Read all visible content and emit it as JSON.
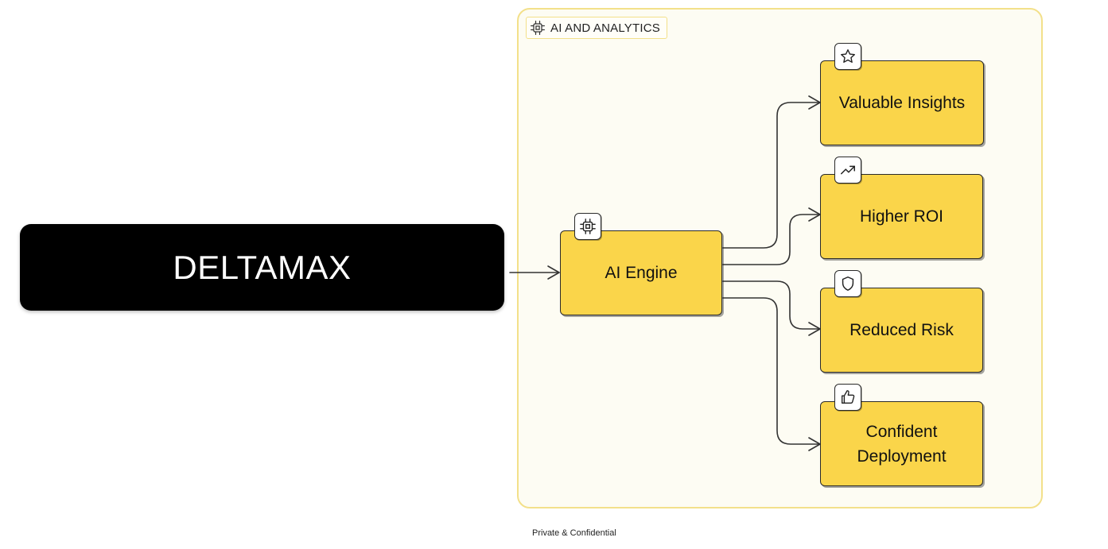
{
  "source": {
    "label": "DELTAMAX"
  },
  "group": {
    "label": "AI AND ANALYTICS",
    "icon": "cpu-chip-icon"
  },
  "engine": {
    "label": "AI Engine",
    "icon": "cpu-chip-icon"
  },
  "outcomes": [
    {
      "label": "Valuable Insights",
      "icon": "star-icon"
    },
    {
      "label": "Higher ROI",
      "icon": "trend-up-icon"
    },
    {
      "label": "Reduced Risk",
      "icon": "shield-icon"
    },
    {
      "label": "Confident\nDeployment",
      "icon": "thumbs-up-icon"
    }
  ],
  "footer": {
    "text": "Private & Confidential"
  },
  "colors": {
    "node_fill": "#fad54a",
    "group_border": "#f3e08a",
    "source_fill": "#000000"
  }
}
